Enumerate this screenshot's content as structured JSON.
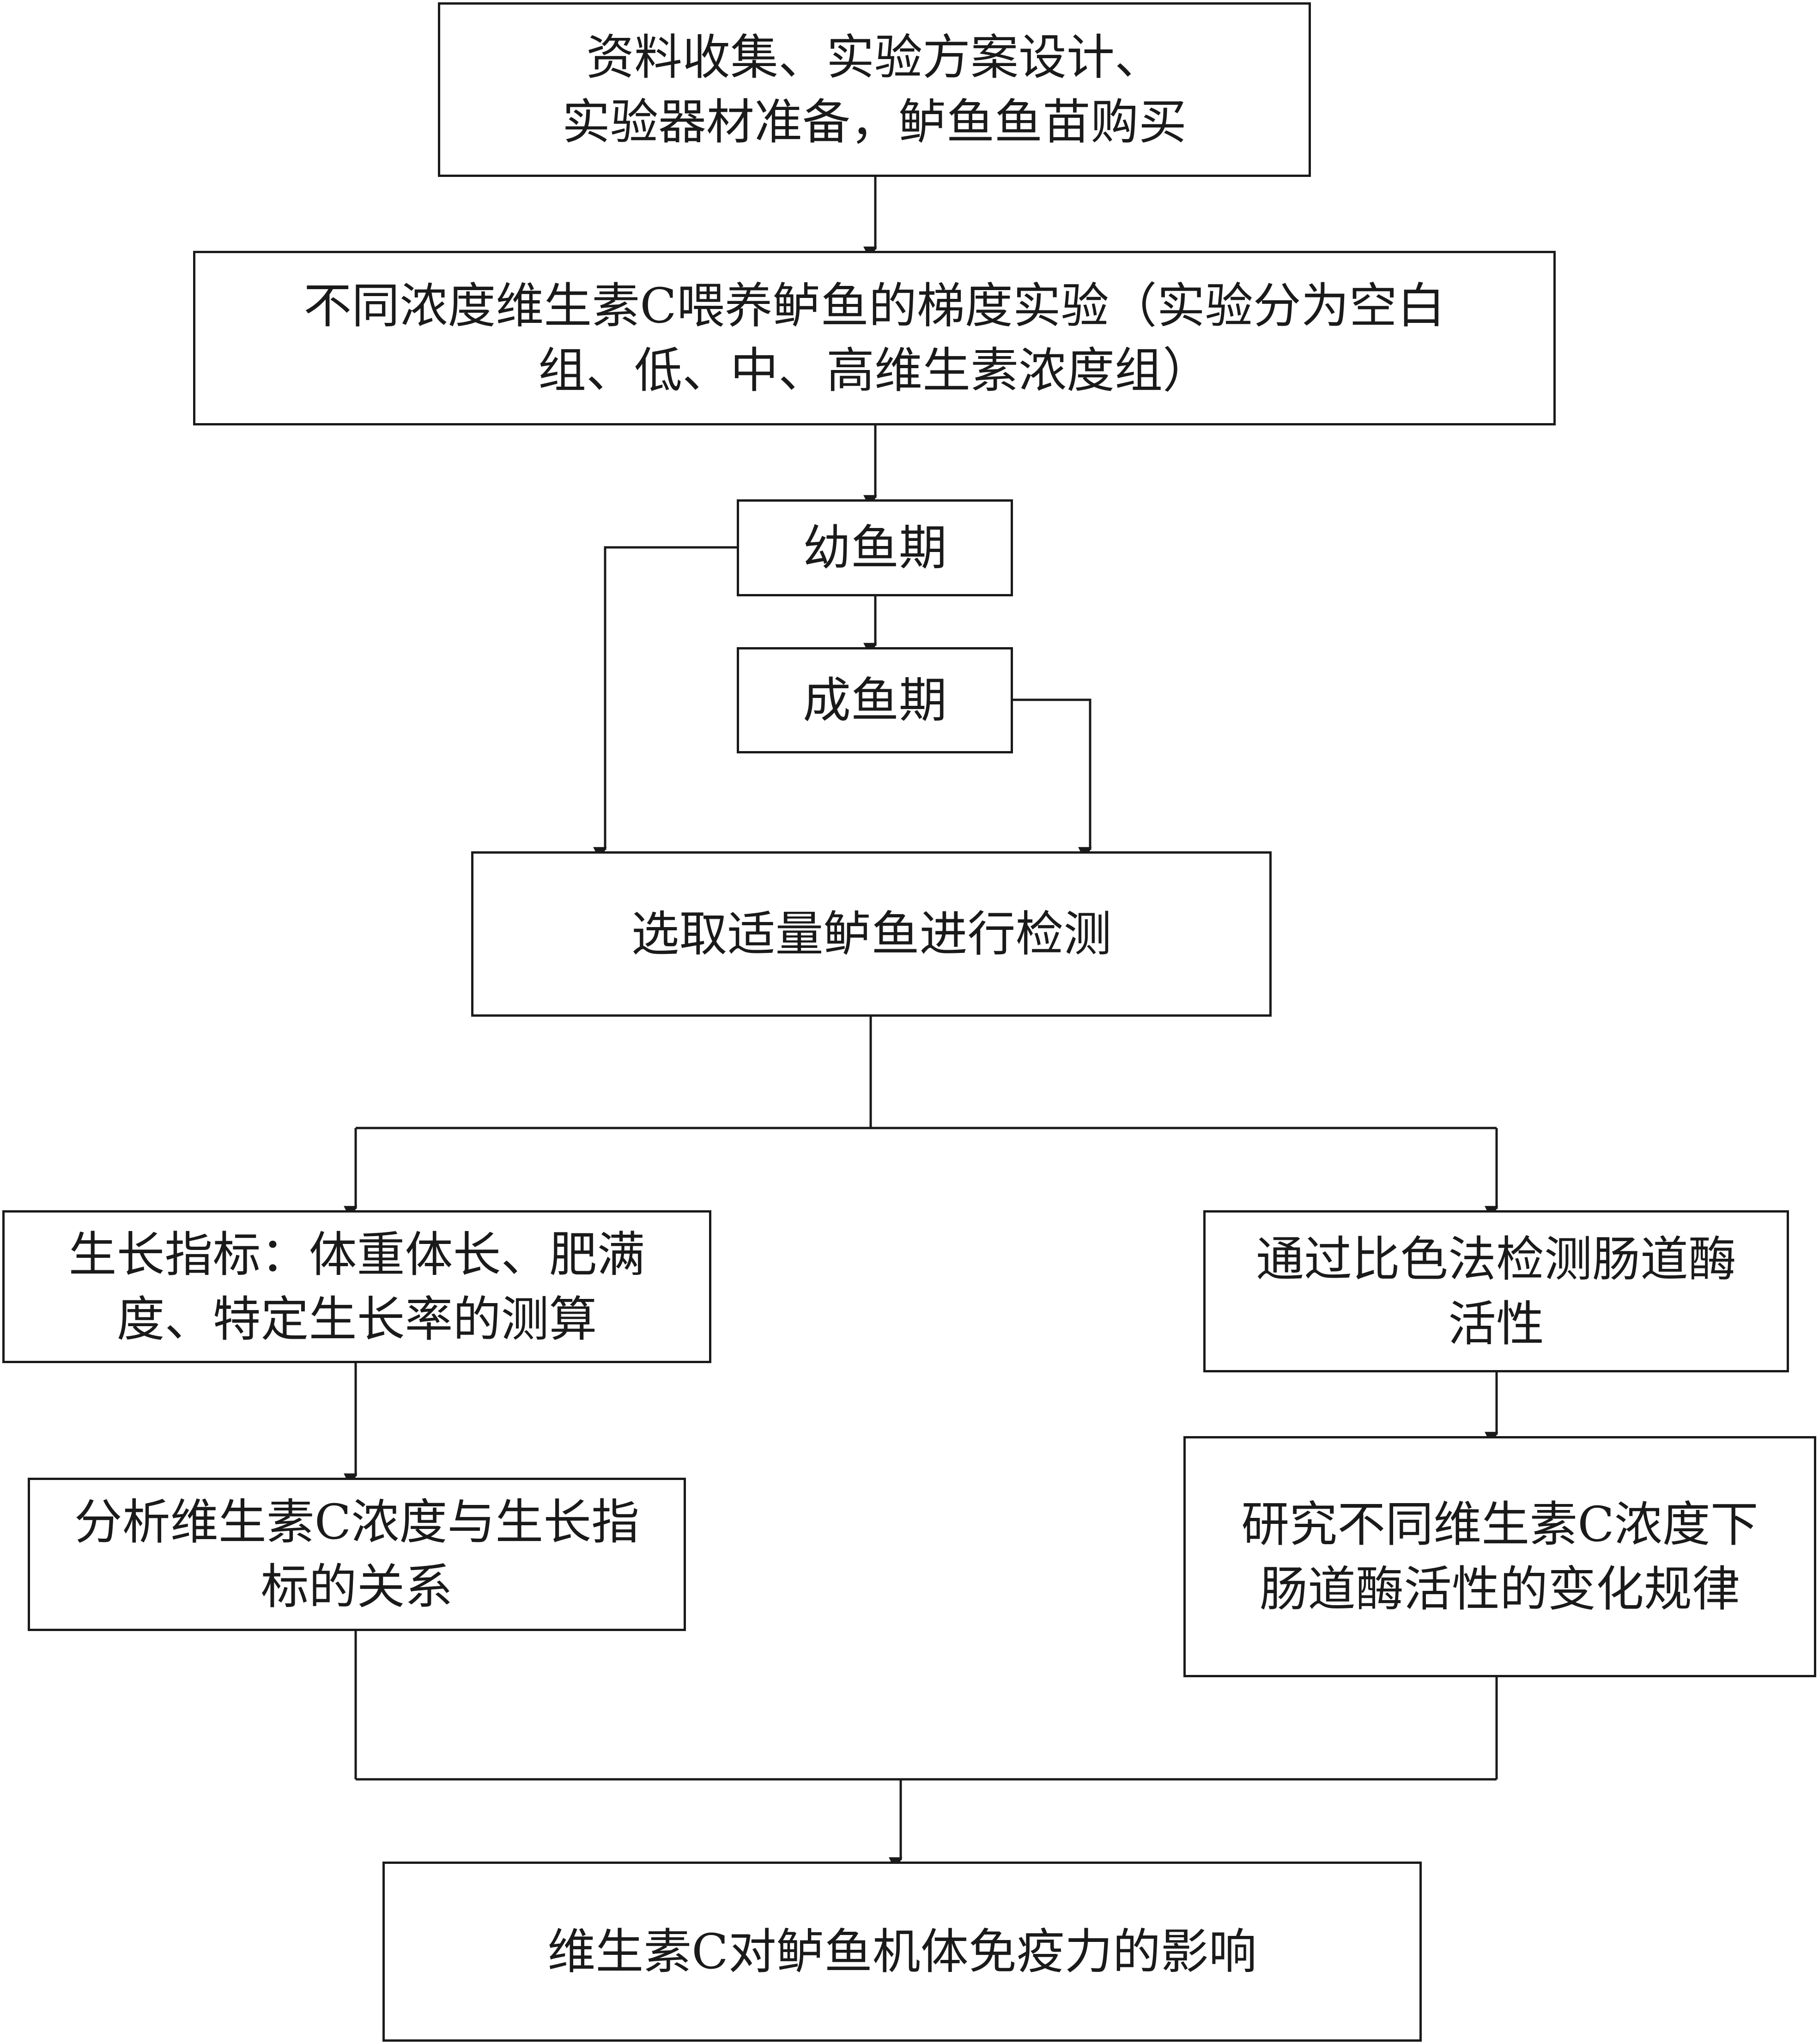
{
  "colors": {
    "line": "#1a1a1a",
    "background": "#ffffff",
    "text": "#1a1a1a"
  },
  "nodes": {
    "prep": {
      "line1": "资料收集、实验方案设计、",
      "line2": "实验器材准备，鲈鱼鱼苗购买"
    },
    "gradient": {
      "line1": "不同浓度维生素C喂养鲈鱼的梯度实验（实验分为空白",
      "line2": "组、低、中、高维生素浓度组）"
    },
    "juvenile": {
      "label": "幼鱼期"
    },
    "adult": {
      "label": "成鱼期"
    },
    "sampling": {
      "label": "选取适量鲈鱼进行检测"
    },
    "growth_indicators": {
      "line1": "生长指标：体重体长、肥满",
      "line2": "度、特定生长率的测算"
    },
    "enzyme_test": {
      "line1": "通过比色法检测肠道酶",
      "line2": "活性"
    },
    "growth_analysis": {
      "line1": "分析维生素C浓度与生长指",
      "line2": "标的关系"
    },
    "enzyme_study": {
      "line1": "研究不同维生素C浓度下",
      "line2": "肠道酶活性的变化规律"
    },
    "conclusion": {
      "label": "维生素C对鲈鱼机体免疫力的影响"
    }
  }
}
